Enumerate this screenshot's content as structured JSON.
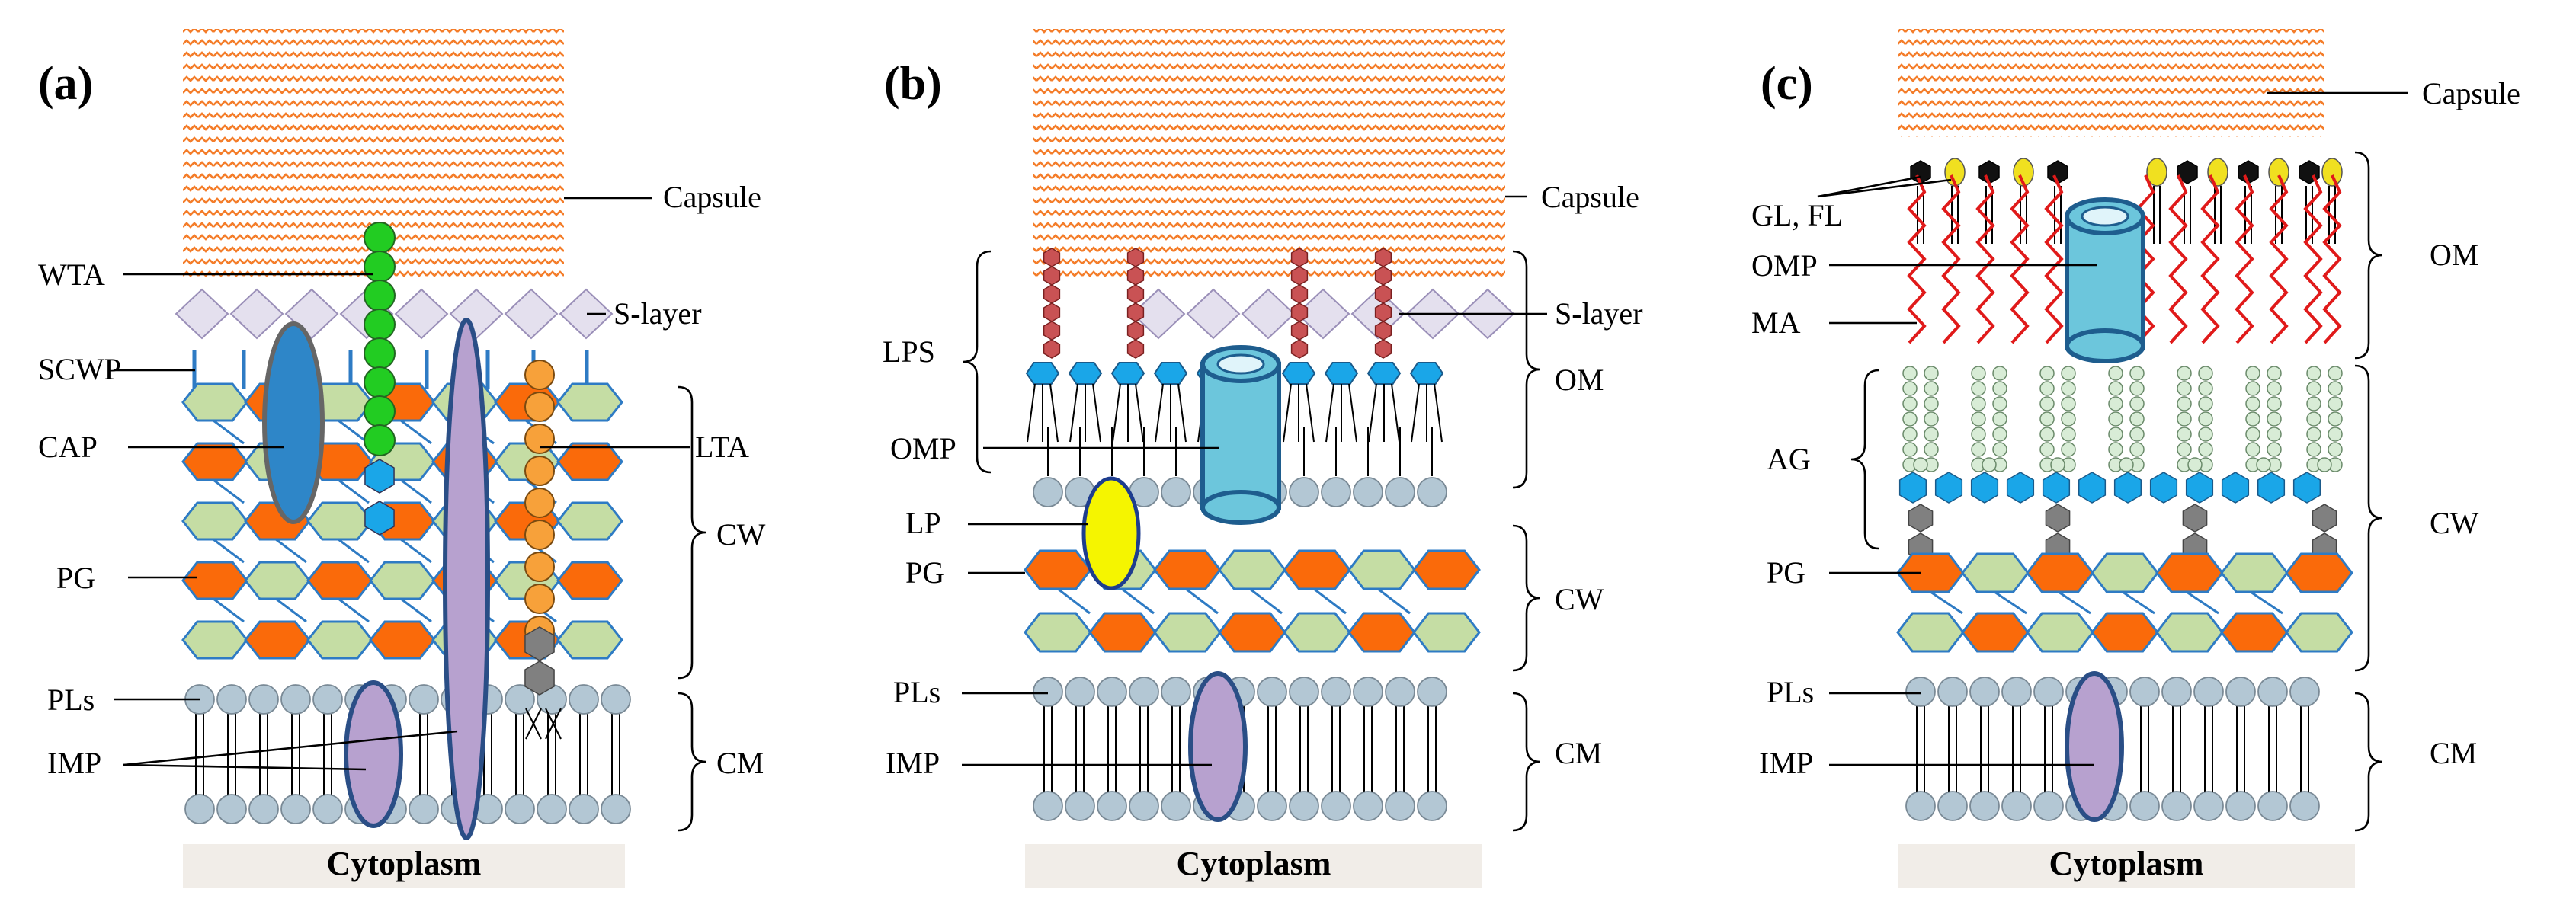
{
  "panels": [
    {
      "id": "a",
      "panel_label": "(a)",
      "labels": {
        "capsule": "Capsule",
        "wta": "WTA",
        "slayer": "S-layer",
        "scwp": "SCWP",
        "cap": "CAP",
        "lta": "LTA",
        "cw": "CW",
        "pg": "PG",
        "pls": "PLs",
        "imp": "IMP",
        "cm": "CM",
        "cytoplasm": "Cytoplasm"
      }
    },
    {
      "id": "b",
      "panel_label": "(b)",
      "labels": {
        "capsule": "Capsule",
        "lps": "LPS",
        "slayer": "S-layer",
        "om": "OM",
        "omp": "OMP",
        "lp": "LP",
        "pg": "PG",
        "cw": "CW",
        "pls": "PLs",
        "imp": "IMP",
        "cm": "CM",
        "cytoplasm": "Cytoplasm"
      }
    },
    {
      "id": "c",
      "panel_label": "(c)",
      "labels": {
        "capsule": "Capsule",
        "glfl": "GL, FL",
        "om": "OM",
        "omp": "OMP",
        "ma": "MA",
        "ag": "AG",
        "cw": "CW",
        "pg": "PG",
        "pls": "PLs",
        "imp": "IMP",
        "cm": "CM",
        "cytoplasm": "Cytoplasm"
      }
    }
  ],
  "colors": {
    "capsule": "#f47d2a",
    "pg_orange": "#fa6a0a",
    "pg_green": "#c5dda4",
    "pg_outline": "#2e7bc4",
    "lipid_head": "#b3c7d4",
    "slayer": "#e4e0ee",
    "wta_green": "#22cc22",
    "blue_hex": "#1aa6e8",
    "lta_orange": "#f7a13a",
    "gray_hex": "#808080",
    "cap_blue": "#2e86c8",
    "imp_purple": "#b7a1cf",
    "omp_cyan": "#6cc6dc",
    "lp_yellow": "#f5f500",
    "lps_red": "#c95254",
    "ma_red": "#e01a1a",
    "gl_yellow": "#f0e020",
    "fl_black": "#111111",
    "ag_bead": "#d8ecd6"
  }
}
